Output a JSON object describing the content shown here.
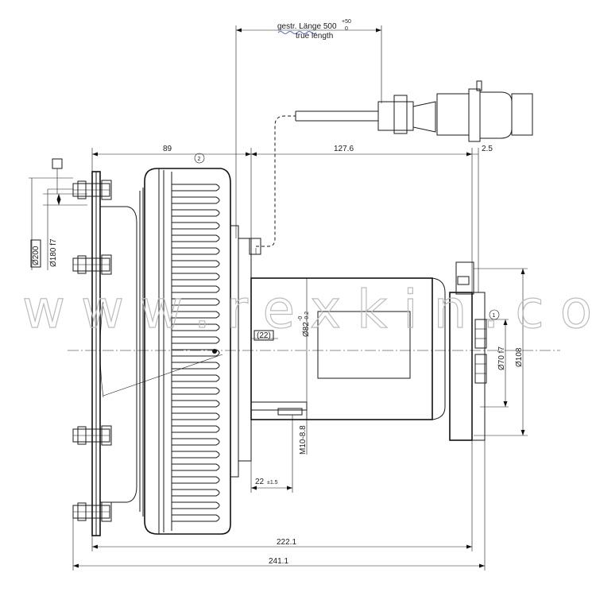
{
  "drawing": {
    "cable_length_label": "gestr. Länge 500",
    "cable_length_tol_upper": "+50",
    "cable_length_tol_lower": "0",
    "cable_true_length_label": "true length",
    "dim_89": "89",
    "dim_127_6": "127.6",
    "dim_2_5": "2.5",
    "dim_222_1": "222.1",
    "dim_241_1": "241.1",
    "dim_phi200": "Ø200",
    "dim_phi180": "Ø180 f7",
    "dim_phi82": "Ø82",
    "dim_phi82_tol_upper": "-0",
    "dim_phi82_tol_lower": "-0.2",
    "dim_phi70": "Ø70 f7",
    "dim_phi108": "Ø108",
    "dim_22_box": "(22)",
    "dim_22_tol": "22",
    "dim_22_tol_suffix": "±1.5",
    "thread_label": "M10-8.8",
    "callout_1": "1",
    "callout_2": "2",
    "watermark": "www.rexkin.com"
  }
}
